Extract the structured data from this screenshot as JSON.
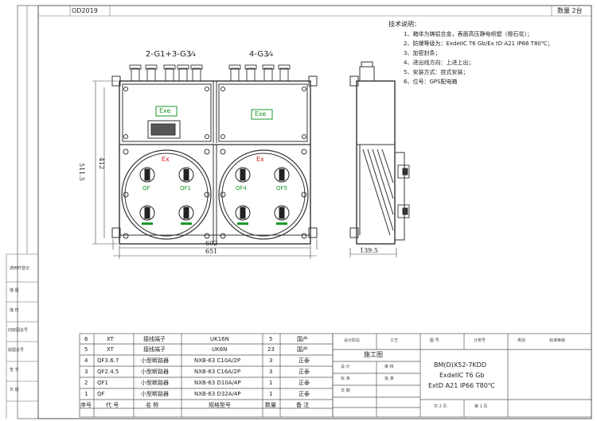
{
  "drawing_code": "OD2019",
  "sheet_count_label": "数量 2台",
  "dims": {
    "top_left": "2-G1+3-G3⁄₄",
    "top_right": "4-G3⁄₄",
    "height_outer": "511.5",
    "height_inner": "412",
    "width_inner": "602",
    "width_outer": "651",
    "depth": "139.5"
  },
  "labels": {
    "exe": "Exe",
    "ex": "Ex",
    "breakers": [
      "QF",
      "QF1",
      "QF4",
      "QF5"
    ]
  },
  "tech": {
    "heading": "技术说明：",
    "items": [
      "1、箱体为铸铝合金，表面高压静电喷塑（橙石花）；",
      "2、防爆等级为：ExdeIIC T6 Gb/Ex tD A21 IP66 T80℃；",
      "3、加密封条；",
      "4、进出线方向：上进上出；",
      "5、安装方式：挂式安装；",
      "6、位号：GPS配电箱"
    ]
  },
  "left_strip": [
    "通用件登记",
    "描 图",
    "描 校",
    "旧底图总号",
    "底图总号",
    "签 字",
    "日 期"
  ],
  "bom": {
    "rows": [
      {
        "no": "6",
        "code": "XT",
        "name": "接线端子",
        "spec": "UK16N",
        "qty": "5",
        "note": "国产"
      },
      {
        "no": "5",
        "code": "XT",
        "name": "接线端子",
        "spec": "UK6N",
        "qty": "23",
        "note": "国产"
      },
      {
        "no": "4",
        "code": "QF3.6.7",
        "name": "小型断路器",
        "spec": "NXB-63  C10A/2P",
        "qty": "3",
        "note": "正泰"
      },
      {
        "no": "3",
        "code": "QF2.4.5",
        "name": "小型断路器",
        "spec": "NXB-63  C16A/2P",
        "qty": "3",
        "note": "正泰"
      },
      {
        "no": "2",
        "code": "QF1",
        "name": "小型断路器",
        "spec": "NXB-63  D10A/4P",
        "qty": "1",
        "note": "正泰"
      },
      {
        "no": "1",
        "code": "QF",
        "name": "小型断路器",
        "spec": "NXB-63  D32A/4P",
        "qty": "1",
        "note": "正泰"
      }
    ],
    "header": {
      "no": "序号",
      "code": "代  号",
      "name": "名   称",
      "spec": "规格型号",
      "qty": "数量",
      "note": "备  注"
    }
  },
  "title_block": {
    "top_cells": [
      "设计阶段",
      "工艺",
      "图 号",
      "分类号",
      "类别",
      "标准等级"
    ],
    "construction": "施工图",
    "product": [
      "BM(D)X52-7KDD",
      "ExdeIIC T6 Gb",
      "ExtD A21 IP66 T80℃"
    ],
    "small_cells": [
      "设 计",
      "审 核",
      "标 准",
      "批 准",
      "日 期",
      "共 2 页",
      "第 1 页"
    ]
  },
  "colors": {
    "line": "#333333",
    "green": "#1a9a2a",
    "red": "#d21e1e"
  }
}
